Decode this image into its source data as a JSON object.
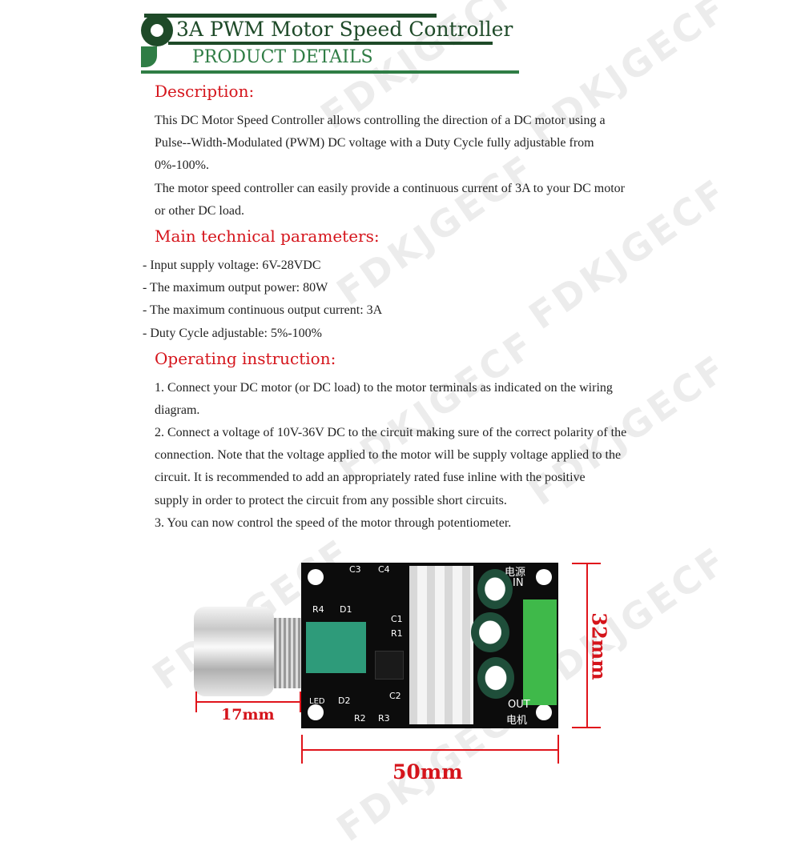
{
  "header": {
    "title": "3A PWM Motor Speed Controller",
    "subtitle": "PRODUCT DETAILS",
    "colors": {
      "dark_green": "#1e4a28",
      "green": "#2f7d45",
      "heading_red": "#d5141b"
    }
  },
  "watermark": "FDKJGECF",
  "description": {
    "heading": "Description:",
    "lines": [
      "This DC Motor Speed Controller allows controlling the direction of a DC motor using a",
      "Pulse--Width-Modulated (PWM) DC voltage with a Duty Cycle fully adjustable from",
      "0%-100%.",
      "The motor speed controller can easily provide a continuous current of 3A to your DC motor",
      "or other DC load."
    ]
  },
  "parameters": {
    "heading": "Main technical parameters:",
    "items": [
      "- Input supply voltage: 6V-28VDC",
      "- The maximum output power: 80W",
      "- The maximum continuous output current: 3A",
      "- Duty Cycle adjustable: 5%-100%"
    ]
  },
  "instructions": {
    "heading": "Operating instruction:",
    "lines": [
      "1. Connect your DC motor (or DC load) to the motor terminals as indicated on the wiring",
      "diagram.",
      "2. Connect a voltage of 10V-36V DC to the circuit making sure of the correct polarity of the",
      "connection. Note that the voltage applied to the motor will be supply voltage applied to the",
      "circuit. It is recommended to add an appropriately rated fuse inline with the positive",
      "supply in order to protect the circuit from any possible short circuits.",
      "3. You can now control the speed of the motor through potentiometer."
    ]
  },
  "board": {
    "labels": {
      "c3": "C3",
      "c4": "C4",
      "r4": "R4",
      "d1": "D1",
      "c1": "C1",
      "r1": "R1",
      "led": "LED",
      "d2": "D2",
      "c2": "C2",
      "r2": "R2",
      "r3": "R3",
      "in_cn": "电源",
      "in": "IN",
      "out": "OUT",
      "out_cn": "电机"
    }
  },
  "dimensions": {
    "height": "32mm",
    "width": "50mm",
    "shaft": "17mm"
  }
}
